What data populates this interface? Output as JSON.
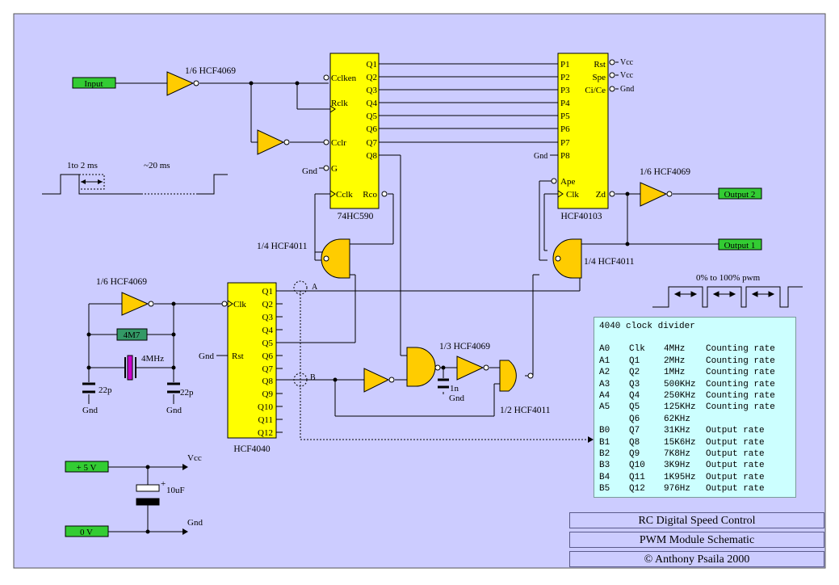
{
  "connectors": {
    "input": "Input",
    "output2": "Output 2",
    "output1": "Output 1",
    "plus5v": "+ 5 V",
    "zerov": "0 V"
  },
  "chips": {
    "c590": {
      "name": "74HC590",
      "left_pins": [
        "Cclken",
        "Rclk",
        "Cclr",
        "G",
        "Cclk"
      ],
      "right_pins": [
        "Q1",
        "Q2",
        "Q3",
        "Q4",
        "Q5",
        "Q6",
        "Q7",
        "Q8",
        "Rco"
      ]
    },
    "c40103": {
      "name": "HCF40103",
      "left_pins": [
        "P1",
        "P2",
        "P3",
        "P4",
        "P5",
        "P6",
        "P7",
        "P8",
        "Ape",
        "Clk"
      ],
      "right_pins": [
        "Rst",
        "Spe",
        "Ci/Ce",
        "Zd"
      ]
    },
    "c4040": {
      "name": "HCF4040",
      "left_pins": [
        "Clk",
        "Rst"
      ],
      "right_pins": [
        "Q1",
        "Q2",
        "Q3",
        "Q4",
        "Q5",
        "Q6",
        "Q7",
        "Q8",
        "Q9",
        "Q10",
        "Q11",
        "Q12"
      ]
    }
  },
  "gate_labels": {
    "inv_input": "1/6 HCF4069",
    "nand_590": "1/4 HCF4011",
    "inv_osc": "1/6 HCF4069",
    "inv_out": "1/6 HCF4069",
    "nand_out": "1/4 HCF4011",
    "inv_mid": "1/3 HCF4069",
    "nand_mid": "1/2 HCF4011"
  },
  "parts": {
    "resistor": "4M7",
    "crystal": "4MHz",
    "cap_left": "22p",
    "cap_right": "22p",
    "cap_1n": "1n",
    "cap_10u": "10uF",
    "cap_plus": "+"
  },
  "rails": {
    "gnd": "Gnd",
    "vcc": "Vcc",
    "vcc_short": "Vcc"
  },
  "probes": {
    "a": "A",
    "b": "B"
  },
  "waveforms": {
    "input_pulse": "1to 2 ms",
    "input_period": "~20 ms",
    "pwm": "0% to 100% pwm"
  },
  "clock_divider": {
    "title": "4040 clock divider",
    "rows": [
      [
        "A0",
        "Clk",
        "4MHz",
        "Counting rate"
      ],
      [
        "A1",
        "Q1",
        "2MHz",
        "Counting rate"
      ],
      [
        "A2",
        "Q2",
        "1MHz",
        "Counting rate"
      ],
      [
        "A3",
        "Q3",
        "500KHz",
        "Counting rate"
      ],
      [
        "A4",
        "Q4",
        "250KHz",
        "Counting rate"
      ],
      [
        "A5",
        "Q5",
        "125KHz",
        "Counting rate"
      ],
      [
        "",
        "Q6",
        "62KHz",
        ""
      ],
      [
        "B0",
        "Q7",
        "31KHz",
        "Output rate"
      ],
      [
        "B1",
        "Q8",
        "15K6Hz",
        "Output rate"
      ],
      [
        "B2",
        "Q9",
        "7K8Hz",
        "Output rate"
      ],
      [
        "B3",
        "Q10",
        "3K9Hz",
        "Output rate"
      ],
      [
        "B4",
        "Q11",
        "1K95Hz",
        "Output rate"
      ],
      [
        "B5",
        "Q12",
        "976Hz",
        "Output rate"
      ]
    ]
  },
  "title_block": {
    "line1": "RC  Digital Speed Control",
    "line2": "PWM Module  Schematic",
    "line3": "© Anthony Psaila 2000"
  },
  "colors": {
    "background": "#ccccff",
    "chip": "#ffff00",
    "gate": "#ffcc00",
    "connector": "#33cc33",
    "resistor": "#339966",
    "crystal": "#cc00cc",
    "table": "#ccffff"
  }
}
